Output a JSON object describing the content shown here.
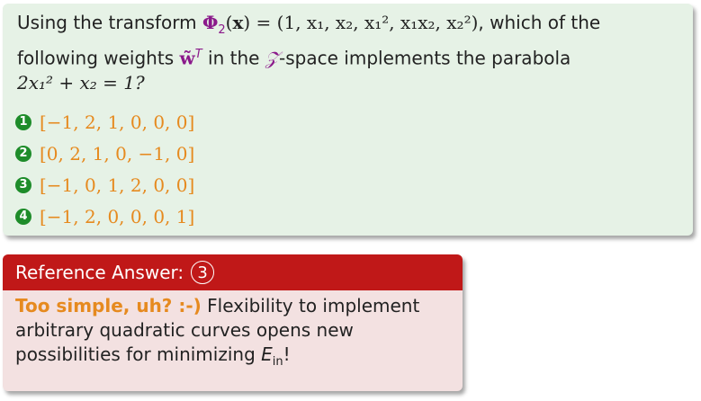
{
  "question": {
    "text_using": "Using the transform",
    "phi": "Φ",
    "phi_sub": "2",
    "x_bold": "x",
    "transform_rhs": "(1, x₁, x₂, x₁², x₁x₂, x₂²)",
    "text_after_transform": ", which of the following weights",
    "w_tilde": "w̃",
    "w_sup": "T",
    "text_in_the": "in the",
    "z_space": "𝒵",
    "text_space": "-space implements the parabola",
    "equation": "2x₁² + x₂ = 1?"
  },
  "options": [
    {
      "num": "1",
      "text": "[−1, 2, 1, 0, 0, 0]"
    },
    {
      "num": "2",
      "text": "[0, 2, 1, 0, −1, 0]"
    },
    {
      "num": "3",
      "text": "[−1, 0, 1, 2, 0, 0]"
    },
    {
      "num": "4",
      "text": "[−1, 2, 0, 0, 0, 1]"
    }
  ],
  "answer": {
    "header_label": "Reference Answer:",
    "answer_num": "3",
    "lead": "Too simple, uh? :-)",
    "body": " Flexibility to implement arbitrary quadratic curves opens new possibilities for minimizing ",
    "e_main": "E",
    "e_sub": "in",
    "tail": "!"
  },
  "colors": {
    "question_bg": "#e6f2e6",
    "option_text": "#e68a1f",
    "number_circle": "#1e8c2a",
    "answer_header": "#c01818",
    "answer_bg": "#f3e1e1",
    "emphasis": "#8b1a8b"
  }
}
